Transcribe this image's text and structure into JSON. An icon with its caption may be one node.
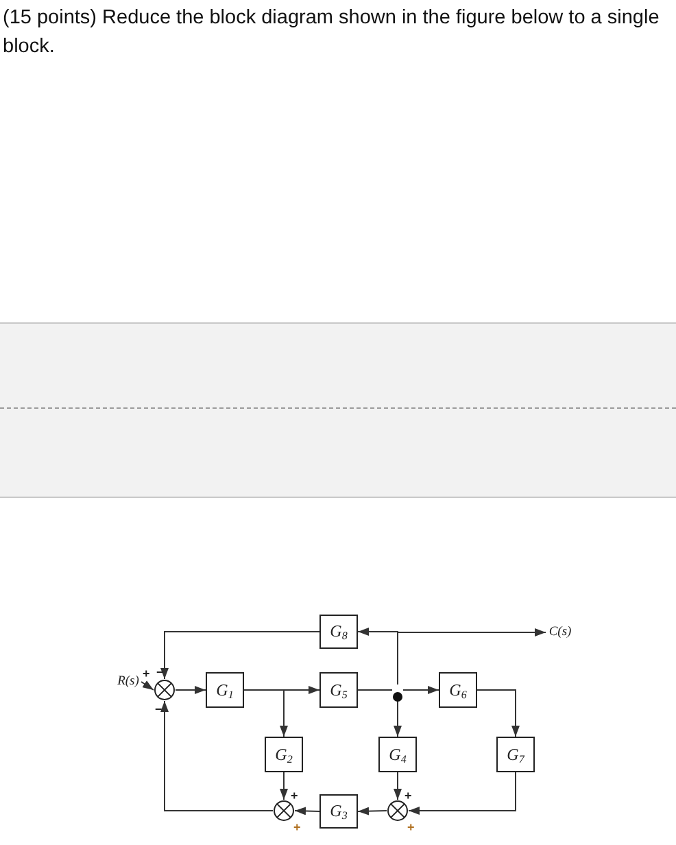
{
  "diagram": {
    "title": "(15 points) Reduce the block diagram shown in the figure below to a single block.",
    "nodes": [
      {
        "text": [
          "R(s)"
        ]
      },
      {
        "text": [],
        "shape": "circle",
        "beside": [
          "+",
          "−",
          "−"
        ]
      },
      {
        "text": [
          "G$_{1}$"
        ]
      },
      {
        "text": [
          "G$_{8}$"
        ]
      },
      {
        "text": [
          "G$_{5}$"
        ]
      },
      {
        "text": [
          "G$_{2}$"
        ]
      },
      {
        "text": [
          "G$_{4}$"
        ]
      },
      {
        "text": [
          "G$_{6}$"
        ]
      },
      {
        "text": [
          "G$_{7}$"
        ]
      },
      {
        "text": [],
        "shape": "circle",
        "beside": [
          "+",
          "+"
        ]
      },
      {
        "text": [
          "G$_{3}$"
        ]
      },
      {
        "text": [],
        "shape": "circle",
        "beside": [
          "+",
          "+"
        ]
      },
      {
        "text": [],
        "shape": "circle"
      },
      {
        "text": [
          "C(s)"
        ]
      }
    ],
    "edges": [
      {
        "from": 0,
        "to": 1,
        "arrow": "to"
      },
      {
        "from": 1,
        "to": 2,
        "arrow": "to"
      },
      {
        "from": 2,
        "to": 4,
        "arrow": "to"
      },
      {
        "from": 2,
        "to": 5,
        "arrow": "to"
      },
      {
        "from": 4,
        "to": 12,
        "arrow": "none"
      },
      {
        "from": 12,
        "to": 7,
        "arrow": "to"
      },
      {
        "from": 12,
        "to": 6,
        "arrow": "to"
      },
      {
        "from": 12,
        "to": 3,
        "arrow": "to"
      },
      {
        "from": 12,
        "to": 13,
        "arrow": "to"
      },
      {
        "from": 3,
        "to": 1,
        "arrow": "to"
      },
      {
        "from": 7,
        "to": 8,
        "arrow": "to"
      },
      {
        "from": 8,
        "to": 11,
        "arrow": "to"
      },
      {
        "from": 6,
        "to": 11,
        "arrow": "to"
      },
      {
        "from": 11,
        "to": 10,
        "arrow": "to"
      },
      {
        "from": 10,
        "to": 9,
        "arrow": "to"
      },
      {
        "from": 5,
        "to": 9,
        "arrow": "to"
      },
      {
        "from": 9,
        "to": 1,
        "arrow": "to"
      }
    ]
  }
}
